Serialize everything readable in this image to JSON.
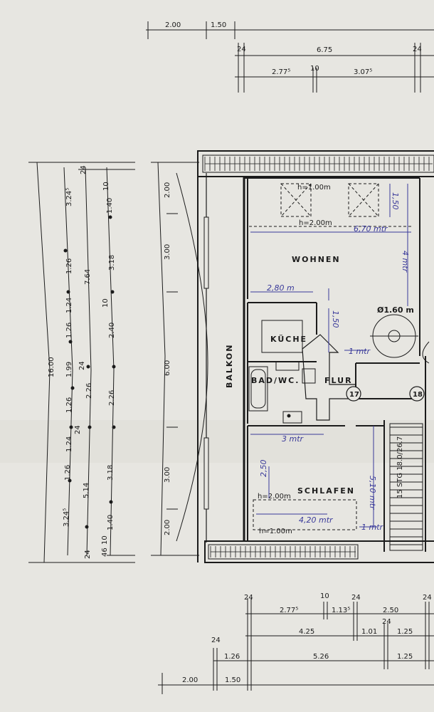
{
  "top_dims": {
    "row1": [
      "2.00",
      "1.50"
    ],
    "row2": [
      "24",
      "6.75",
      "24"
    ],
    "row3": [
      "2.77⁵",
      "10",
      "3.07⁵"
    ]
  },
  "left_dims": {
    "total": "16.00",
    "col1": [
      "3.24⁵",
      "1.26",
      "1.24",
      "1.26",
      "1.99",
      "1.26",
      "1.24",
      "1.26",
      "3.24⁵"
    ],
    "col2": [
      "24",
      "7.64",
      "24",
      "2.26",
      "24",
      "5.14",
      "24"
    ],
    "col3": [
      "10",
      "1.40",
      "3.18",
      "10",
      "2.40",
      "2.26",
      "3.18",
      "1.40",
      "10",
      "46"
    ]
  },
  "balcony_dims": [
    "2.00",
    "3.00",
    "6.00",
    "3.00",
    "2.00"
  ],
  "rooms": {
    "balkon": "BALKON",
    "wohnen": "WOHNEN",
    "kueche": "KÜCHE",
    "bad": "BAD/WC.",
    "flur": "FLUR",
    "schlafen": "SCHLAFEN"
  },
  "room_numbers": [
    "17",
    "18"
  ],
  "stair_label": "15 STG 18.0/26.7",
  "plan_notes": {
    "h100_top": "h=1.00m",
    "h200_top": "h=2.00m",
    "h200_bottom": "h=2.00m",
    "h100_bottom": "h=1.00m"
  },
  "handwritten": {
    "w670": "6,70 mtr",
    "w4": "4 mtr",
    "w280": "2,80 m",
    "h150": "1,50",
    "h150b": "1,50",
    "d160": "Ø1.60 m",
    "w1": "1 mtr",
    "w3": "3 mtr",
    "w510": "5,10 mtr",
    "w420": "4,20 mtr",
    "h250": "2,50",
    "w1b": "1 mtr"
  },
  "bottom_dims": {
    "row1": [
      "24",
      "10",
      "24",
      "24"
    ],
    "row2": [
      "2.77⁵",
      "1.13⁵",
      "2.50"
    ],
    "row3": [
      "4.25",
      "1.01",
      "24",
      "1.25"
    ],
    "row4": [
      "24",
      "1.26",
      "5.26",
      "1.25"
    ],
    "row5": [
      "2.00",
      "1.50"
    ]
  }
}
